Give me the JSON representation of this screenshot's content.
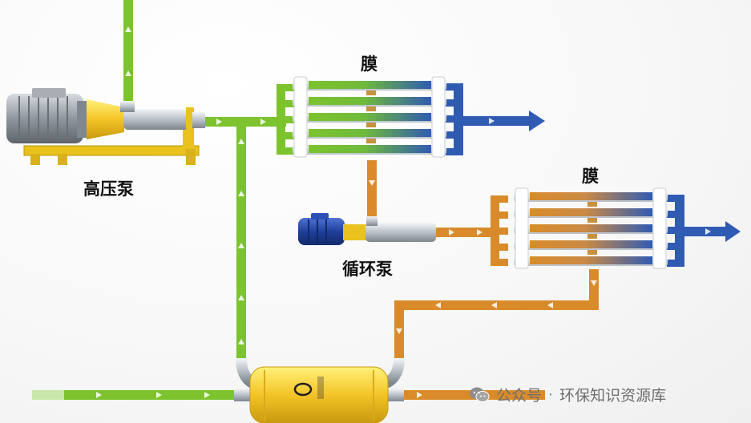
{
  "labels": {
    "membrane_1": "膜",
    "membrane_2": "膜",
    "high_pressure_pump": "高压泵",
    "circulation_pump": "循环泵"
  },
  "watermark": {
    "source": "公众号",
    "separator": "·",
    "account": "环保知识资源库"
  },
  "colors": {
    "feed": "#7cc32d",
    "concentrate": "#d98b2b",
    "permeate": "#2f5bb3",
    "membrane_shell": "#e9edf2",
    "pump_yellow": "#f2d22b",
    "pump_motor": "#9aa0a6",
    "circ_motor": "#1f3f9a",
    "filter_body": "#f4c327"
  }
}
